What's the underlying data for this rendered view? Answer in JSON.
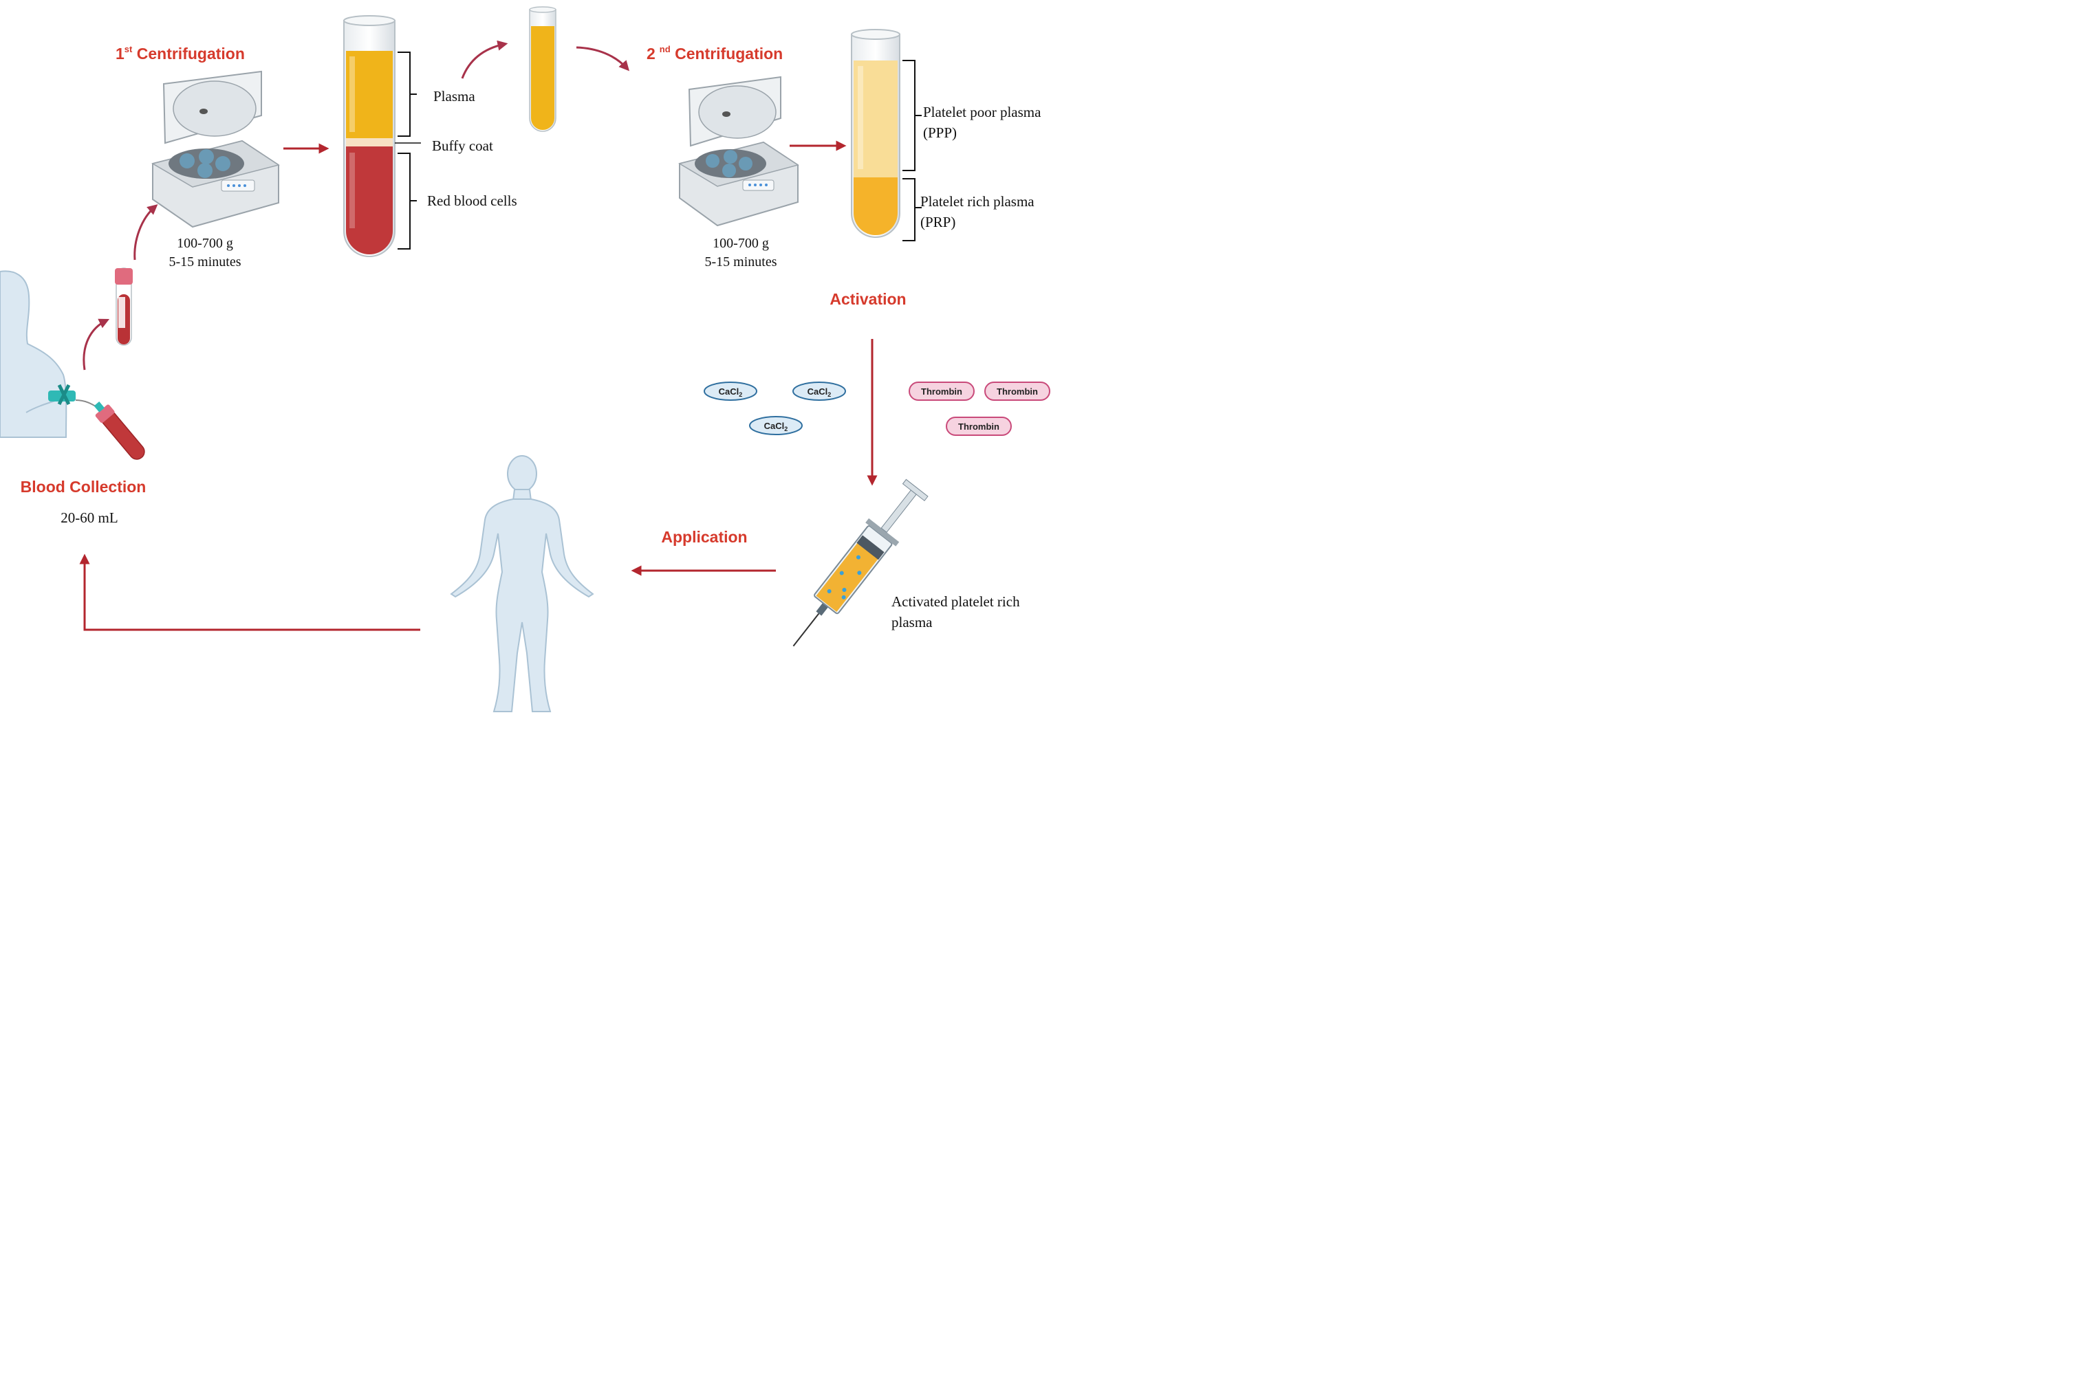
{
  "steps": {
    "blood_collection": {
      "title": "Blood Collection",
      "volume": "20-60 mL"
    },
    "first_centrifugation": {
      "title_number": "1",
      "title_suffix": "st",
      "title_text": " Centrifugation",
      "force": "100-700 g",
      "time": "5-15 minutes"
    },
    "second_centrifugation": {
      "title_number": "2",
      "title_suffix": "nd",
      "title_text": " Centrifugation",
      "force": "100-700 g",
      "time": "5-15 minutes"
    },
    "activation": {
      "title": "Activation"
    },
    "application": {
      "title": "Application"
    }
  },
  "tube1_layers": {
    "plasma": "Plasma",
    "buffy_coat": "Buffy coat",
    "rbc": "Red blood cells"
  },
  "tube2_layers": {
    "ppp_line1": "Platelet poor plasma",
    "ppp_line2": "(PPP)",
    "prp_line1": "Platelet rich plasma",
    "prp_line2": "(PRP)"
  },
  "activators": {
    "cacl2_main": "CaCl",
    "cacl2_sub": "2",
    "thrombin": "Thrombin"
  },
  "product": {
    "line1": "Activated platelet rich",
    "line2": "plasma"
  },
  "colors": {
    "title_red": "#d63a2c",
    "arrow_red": "#b3262e",
    "arrow_curve": "#a8324a",
    "plasma": "#f0b41a",
    "blood": "#c0383a",
    "ppp": "#f9dd97",
    "prp": "#f5b32a",
    "body_fill": "#dbe8f2",
    "body_stroke": "#aac2d4"
  }
}
